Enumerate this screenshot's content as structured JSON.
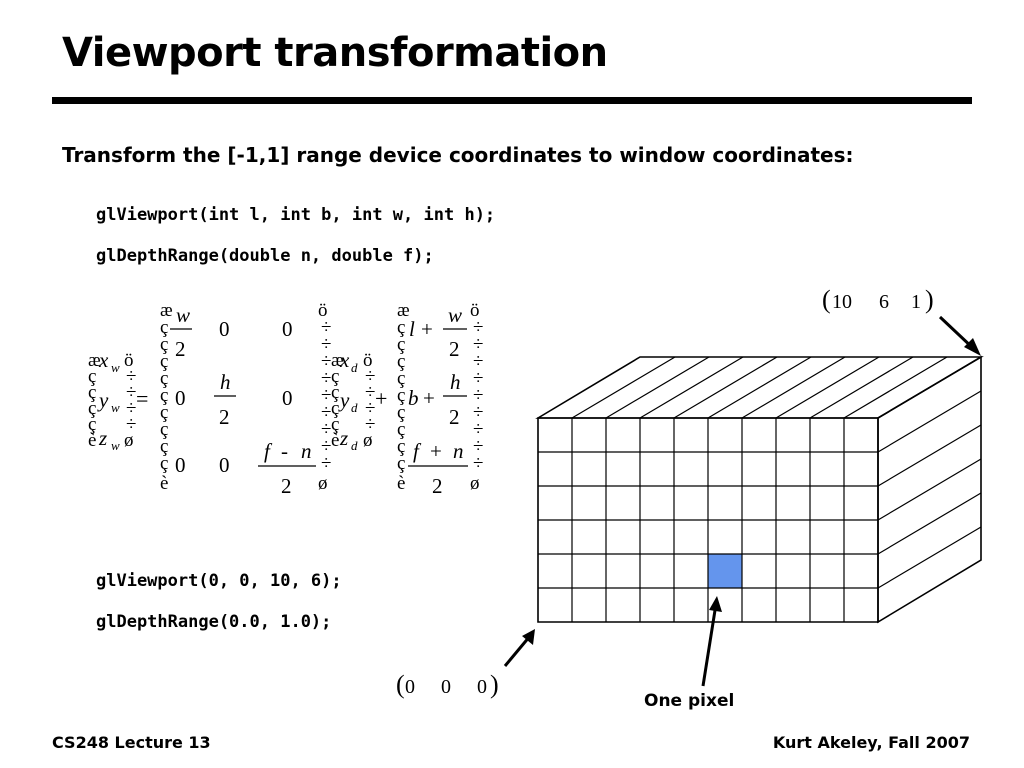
{
  "slide": {
    "title": "Viewport transformation",
    "subtitle": "Transform the [-1,1] range device coordinates to window coordinates:",
    "code_lines": [
      "glViewport(int l, int b, int w, int h);",
      "glDepthRange(double n, double f);",
      "glViewport(0, 0, 10, 6);",
      "glDepthRange(0.0, 1.0);"
    ]
  },
  "equation": {
    "lhs": [
      "x",
      "y",
      "z"
    ],
    "lhs_sub": "w",
    "equals": "=",
    "matrix_row1": [
      "w",
      "2",
      "0",
      "0"
    ],
    "matrix_row2": [
      "0",
      "h",
      "2",
      "0"
    ],
    "matrix_row3": [
      "0",
      "0",
      "f",
      "-",
      "n",
      "2"
    ],
    "vector": [
      "x",
      "y",
      "z"
    ],
    "vector_sub": "d",
    "plus": "+",
    "offset_row1": [
      "l",
      "+",
      "w",
      "2"
    ],
    "offset_row2": [
      "b",
      "+",
      "h",
      "2"
    ],
    "offset_row3": [
      "f",
      "+",
      "n",
      "2"
    ],
    "bracket_glyphs": {
      "top_left": "æ",
      "mid_left": "ç",
      "bot_left": "è",
      "top_right": "ö",
      "mid_right": "÷",
      "bot_right": "ø"
    }
  },
  "diagram": {
    "top_corner_label": [
      "10",
      "6",
      "1"
    ],
    "bottom_corner_label": [
      "0",
      "0",
      "0"
    ],
    "pixel_label": "One pixel",
    "grid_columns": 10,
    "grid_rows": 6,
    "highlight_cell": {
      "column": 5,
      "row": 4
    },
    "highlight_color": "#6495ED"
  },
  "footer": {
    "left": "CS248 Lecture 13",
    "right": "Kurt Akeley, Fall 2007"
  }
}
